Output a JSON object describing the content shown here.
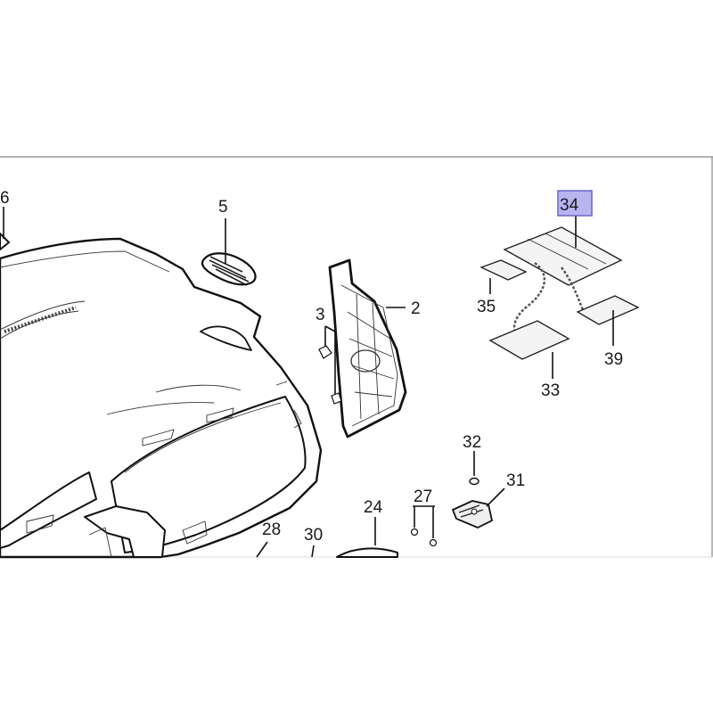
{
  "diagram": {
    "callouts": {
      "c6": "6",
      "c5": "5",
      "c2": "2",
      "c3": "3",
      "c34": "34",
      "c35": "35",
      "c39": "39",
      "c33": "33",
      "c32": "32",
      "c31": "31",
      "c27": "27",
      "c24": "24",
      "c28": "28",
      "c30": "30"
    },
    "highlighted_callout": "34",
    "highlight_color": "#b7b4f0",
    "line_color": "#111111",
    "background_color": "#ffffff"
  }
}
